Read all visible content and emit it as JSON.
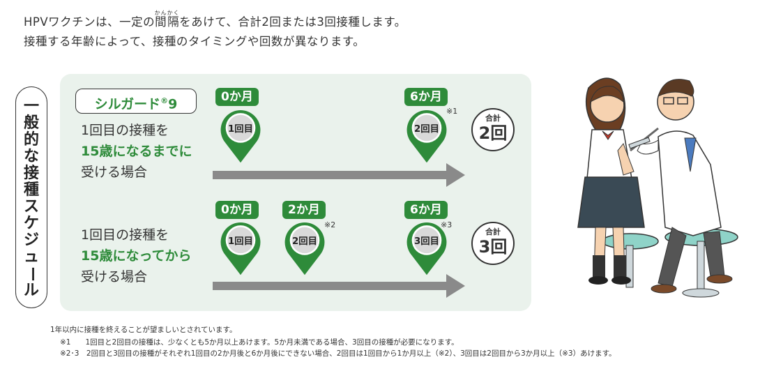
{
  "intro": {
    "line1_a": "HPVワクチンは、一定の",
    "line1_kan_1": "間",
    "line1_ruby_1": "かん",
    "line1_kan_2": "隔",
    "line1_ruby_2": "かく",
    "line1_b": "をあけて、合計2回または3回接種します。",
    "line2": "接種する年齢によって、接種のタイミングや回数が異なります。"
  },
  "side_label": "一般的な接種スケジュール",
  "brand": {
    "name": "シルガード",
    "mark": "®",
    "number": "9"
  },
  "case1": {
    "line1": "1回目の接種を",
    "line2": "15歳になるまでに",
    "line3": "受ける場合",
    "doses": [
      {
        "month": "0か月",
        "label": "1回目",
        "note": ""
      },
      {
        "month": "6か月",
        "label": "2回目",
        "note": "※1"
      }
    ],
    "total_label": "合計",
    "total_value": "2回"
  },
  "case2": {
    "line1": "1回目の接種を",
    "line2": "15歳になってから",
    "line3": "受ける場合",
    "doses": [
      {
        "month": "0か月",
        "label": "1回目",
        "note": ""
      },
      {
        "month": "2か月",
        "label": "2回目",
        "note": "※2"
      },
      {
        "month": "6か月",
        "label": "3回目",
        "note": "※3"
      }
    ],
    "total_label": "合計",
    "total_value": "3回"
  },
  "footer": {
    "line1": "1年以内に接種を終えることが望ましいとされています。",
    "line2": "※1　　1回目と2回目の接種は、少なくとも5か月以上あけます。5か月未満である場合、3回目の接種が必要になります。",
    "line3": "※2･3　2回目と3回目の接種がそれぞれ1回目の2か月後と6か月後にできない場合、2回目は1回目から1か月以上（※2）、3回目は2回目から3か月以上（※3）あけます。"
  },
  "colors": {
    "green": "#2e8b3a",
    "panel": "#eaf2ec",
    "arrow": "#8a8a8a"
  }
}
